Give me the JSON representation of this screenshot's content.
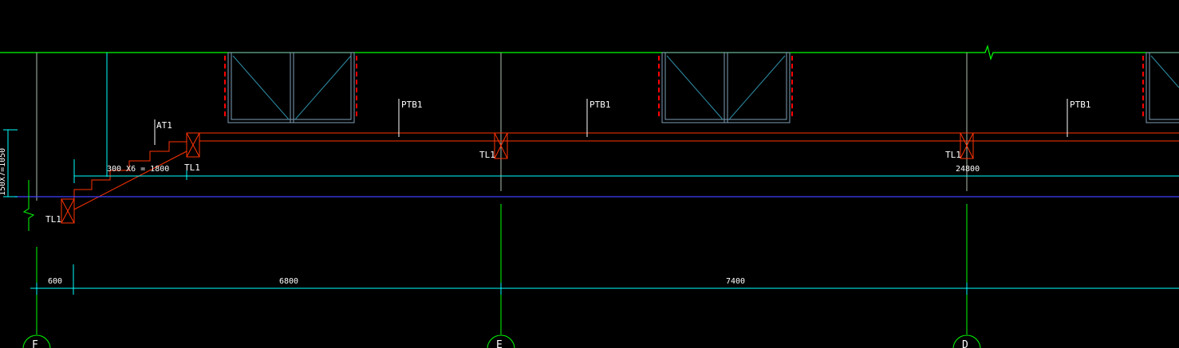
{
  "colors": {
    "background": "#000000",
    "grid_line": "#00ff00",
    "dimension": "#00ffff",
    "beam": "#ff3300",
    "wall_dashed": "#ff0000",
    "window": "#7f9fb8",
    "base_line": "#4040ff",
    "text": "#ffffff"
  },
  "labels": {
    "stair_label": "AT1",
    "stair_dim": "300 X6 = 1800",
    "left_vert_dim": "150X7=1050",
    "beam_labels": [
      "TL1",
      "TL1",
      "TL1",
      "TL1"
    ],
    "slab_labels": [
      "PTB1",
      "PTB1",
      "PTB1"
    ],
    "upper_dim_right": "24800"
  },
  "dimensions": {
    "segments": [
      "600",
      "6800",
      "7400"
    ]
  },
  "grid_axes": {
    "bubbles": [
      "F",
      "E",
      "D"
    ]
  }
}
